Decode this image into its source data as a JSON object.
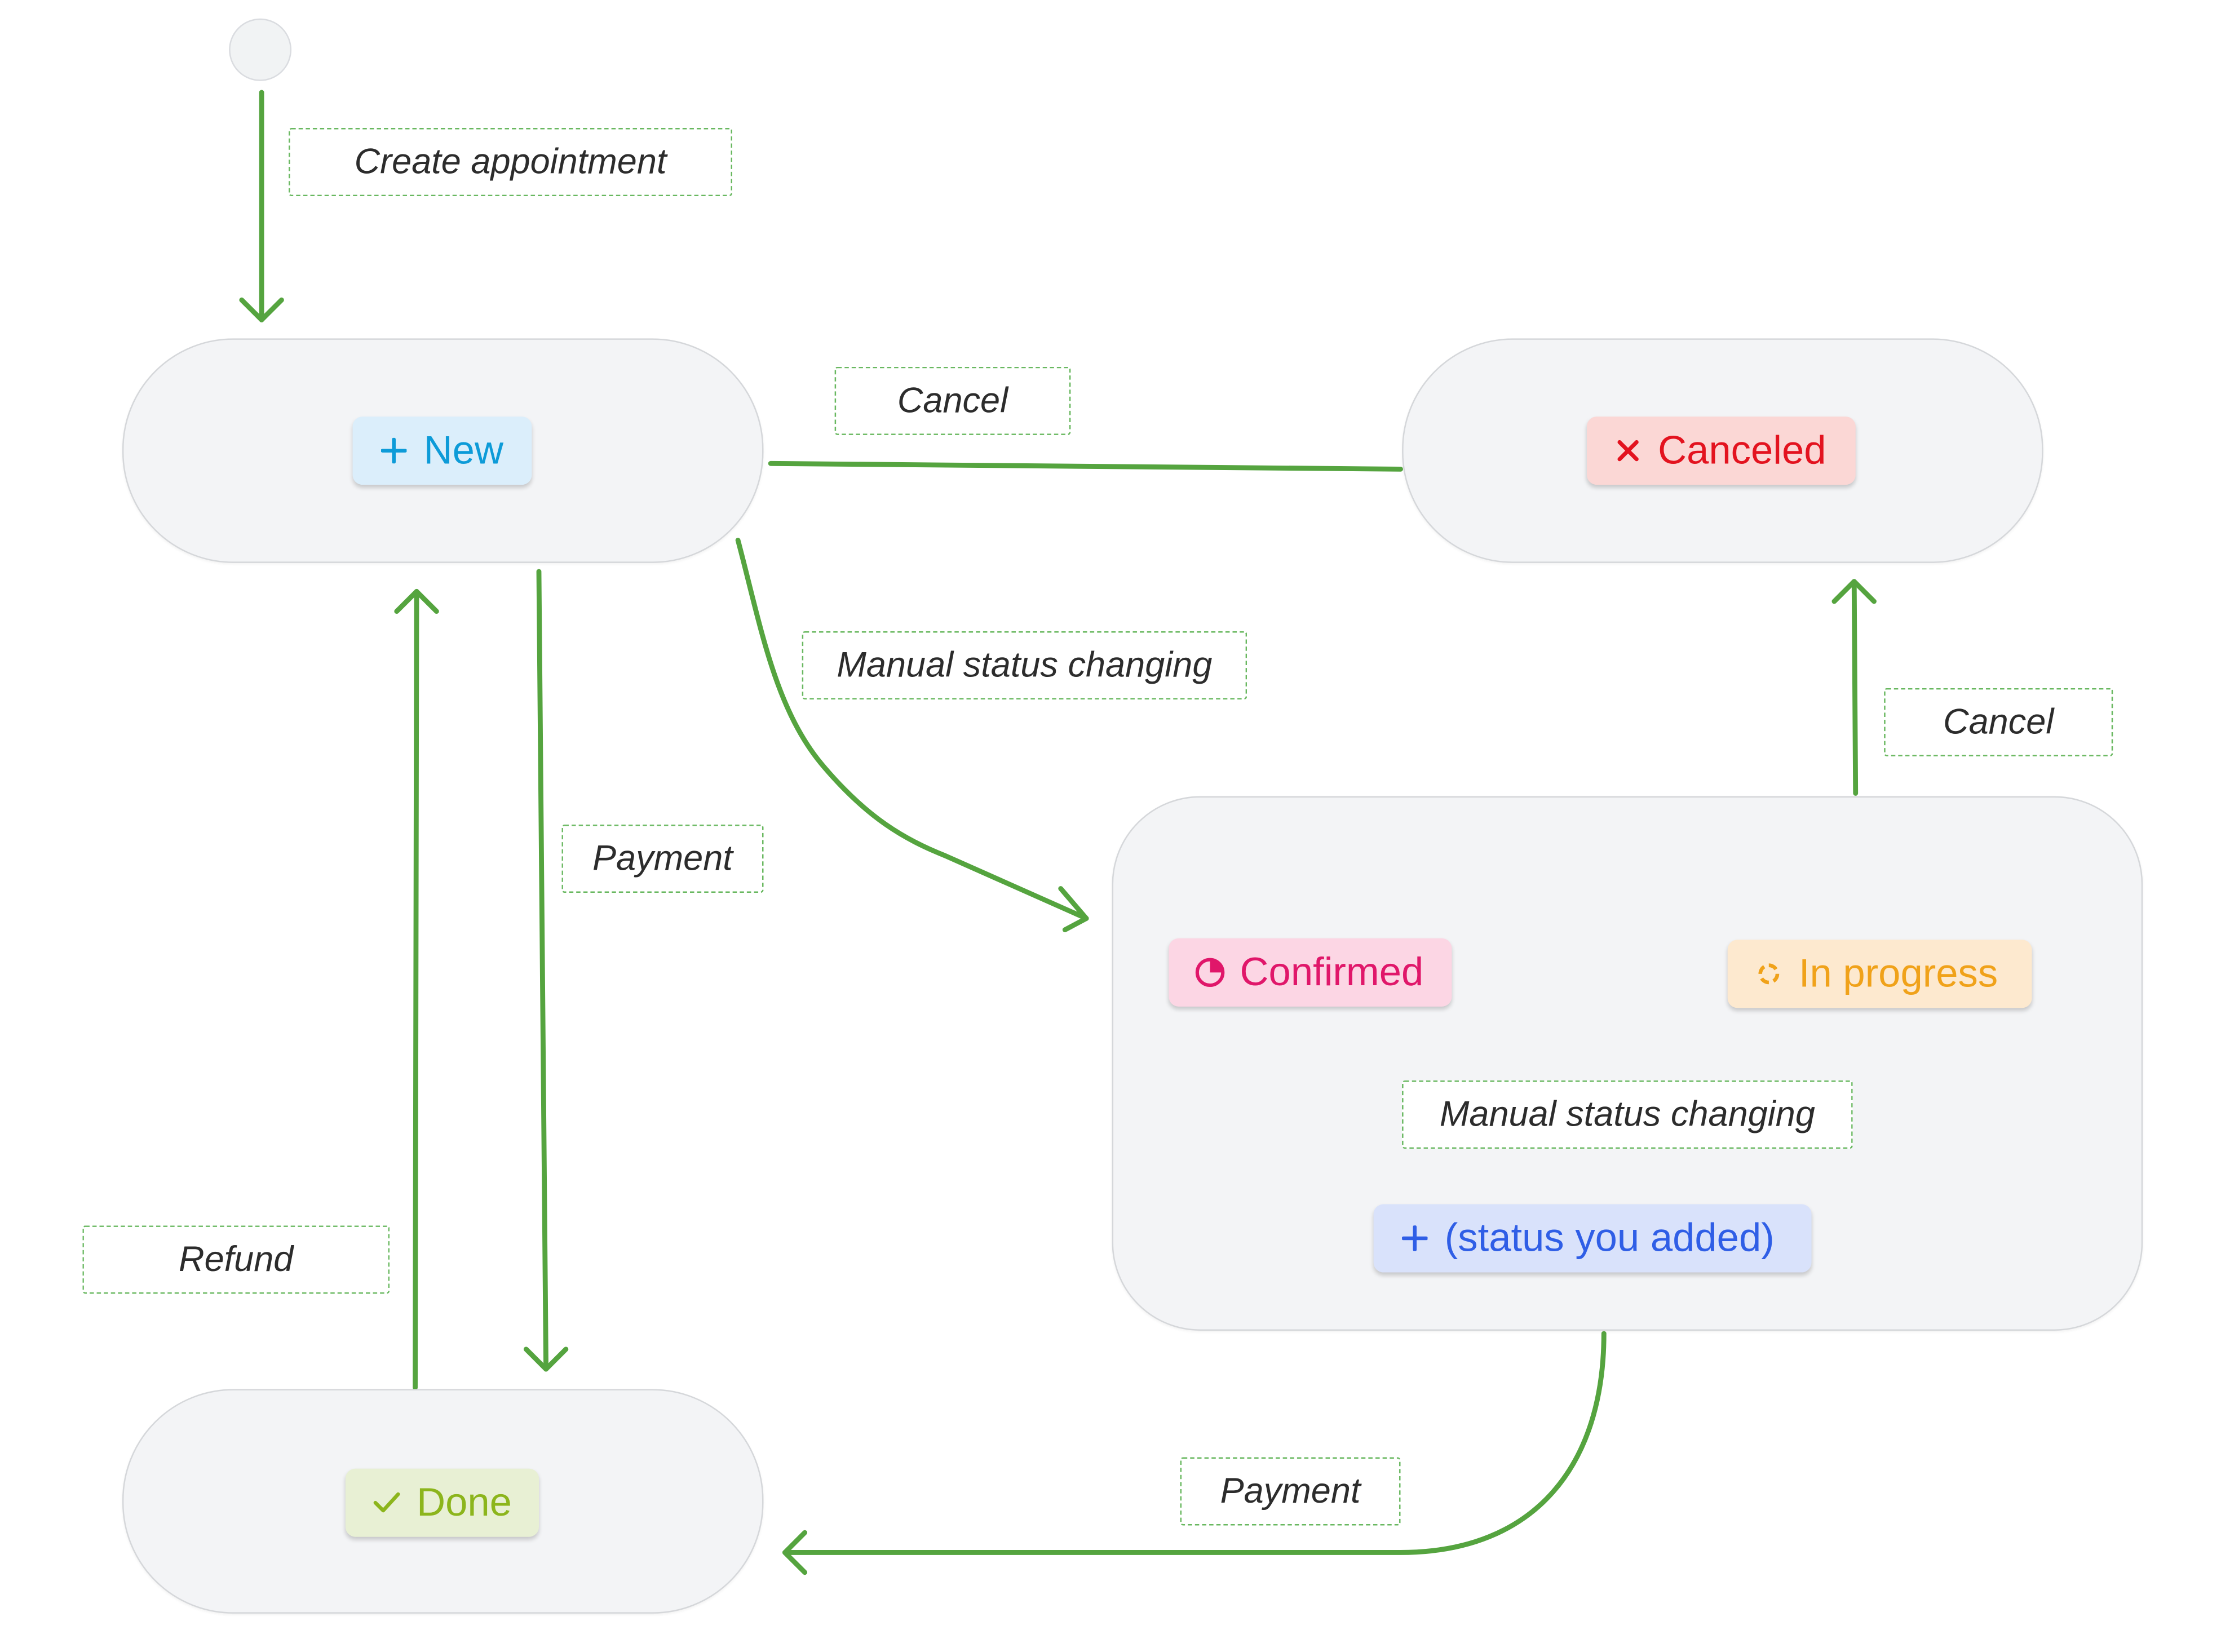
{
  "colors": {
    "edge": "#55a43f",
    "state_fill": "#f3f4f6",
    "state_border": "#d5d7da",
    "label_border": "#69b860"
  },
  "states": {
    "new": {
      "label": "New",
      "icon": "plus-icon"
    },
    "canceled": {
      "label": "Canceled",
      "icon": "x-icon"
    },
    "confirmed": {
      "label": "Confirmed",
      "icon": "pie-chart-icon"
    },
    "in_progress": {
      "label": "In progress",
      "icon": "spinner-icon"
    },
    "added": {
      "label": "(status you added)",
      "icon": "plus-icon"
    },
    "done": {
      "label": "Done",
      "icon": "check-icon"
    }
  },
  "transitions": {
    "create": "Create appointment",
    "cancel_top": "Cancel",
    "manual_top": "Manual status changing",
    "payment_left": "Payment",
    "refund": "Refund",
    "cancel_right": "Cancel",
    "manual_group": "Manual status changing",
    "payment_bottom": "Payment"
  }
}
